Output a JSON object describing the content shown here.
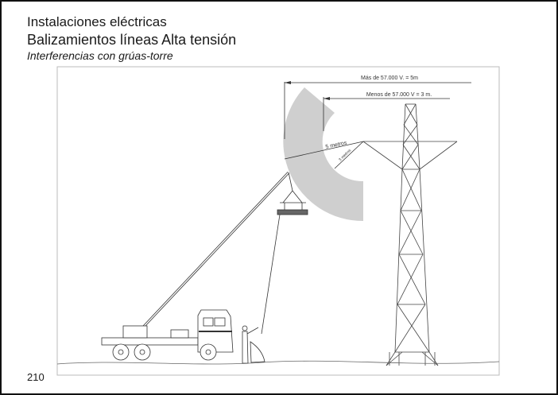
{
  "header": {
    "section": "Instalaciones eléctricas",
    "title": "Balizamientos líneas Alta tensión",
    "subtitle": "Interferencias con grúas-torre"
  },
  "figure": {
    "label_more": "Más de 57.000 V. = 5m",
    "label_less": "Menos de 57.000 V = 3 m.",
    "radius_5": "5 metros",
    "radius_3": "3 metros",
    "zone_color": "#cfcfcf"
  },
  "footer": {
    "page_number": "210"
  }
}
